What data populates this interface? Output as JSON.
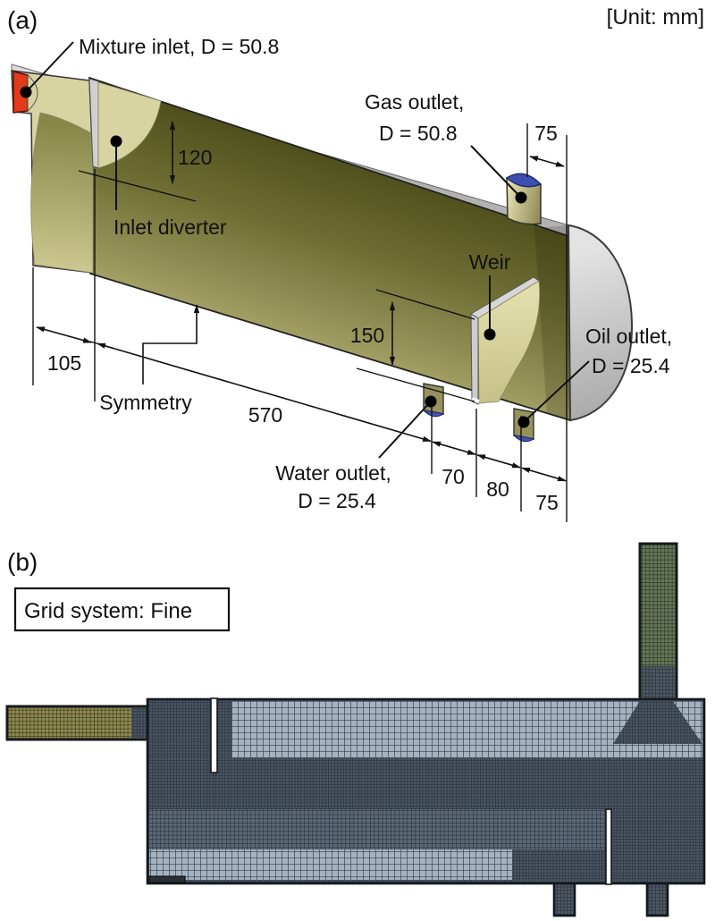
{
  "panel_a": {
    "label": "(a)",
    "unit_note": "[Unit: mm]",
    "labels": {
      "mixture_inlet": "Mixture inlet, D = 50.8",
      "gas_outlet_1": "Gas outlet,",
      "gas_outlet_2": "D = 50.8",
      "inlet_diverter": "Inlet diverter",
      "weir": "Weir",
      "oil_outlet_1": "Oil outlet,",
      "oil_outlet_2": "D = 25.4",
      "water_outlet_1": "Water outlet,",
      "water_outlet_2": "D = 25.4",
      "symmetry": "Symmetry"
    },
    "dims": {
      "diverter_depth": "120",
      "end_to_diverter": "105",
      "diverter_to_water_outlet": "570",
      "weir_height": "150",
      "gas_outlet_to_end": "75",
      "water_outlet_to_weir": "70",
      "weir_to_oil_outlet": "80",
      "oil_outlet_to_end": "75"
    },
    "colors": {
      "shell_interior_dark": "#51521c",
      "shell_interior_light": "#c0bc82",
      "cut_face": "#d8d4a2",
      "rim_grey": "#cfcfcf",
      "end_cap_grey": "#d6d6d6",
      "inlet_face_red": "#e23a1b",
      "pipe_top_blue": "#3d4fae"
    }
  },
  "panel_b": {
    "label": "(b)",
    "caption": "Grid system: Fine",
    "mesh_colors": {
      "inlet_pipe_olive": "#8e8a4e",
      "gas_pipe_green": "#667757",
      "fine_mesh": "#4a5563",
      "coarse_mesh": "#a5b2c0"
    }
  }
}
